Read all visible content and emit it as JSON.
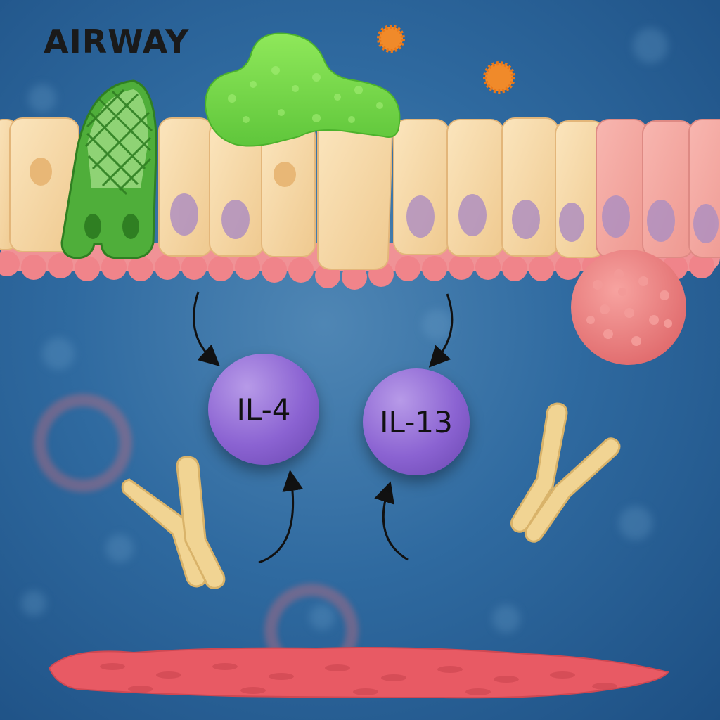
{
  "title": "AIRWAY",
  "cytokines": [
    {
      "label": "IL-4"
    },
    {
      "label": "IL-13"
    }
  ],
  "colors": {
    "background": "#2f6aa0",
    "epithelial_cell": "#f7d9a8",
    "goblet_cell": "#4fae3a",
    "mucus": "#7bd64a",
    "basement_membrane": "#f0848a",
    "eosinophil": "#f07d7d",
    "cytokine": "#8b63d2",
    "antibody": "#f1d493",
    "smooth_muscle": "#e85a64",
    "allergen": "#f08a2a"
  }
}
